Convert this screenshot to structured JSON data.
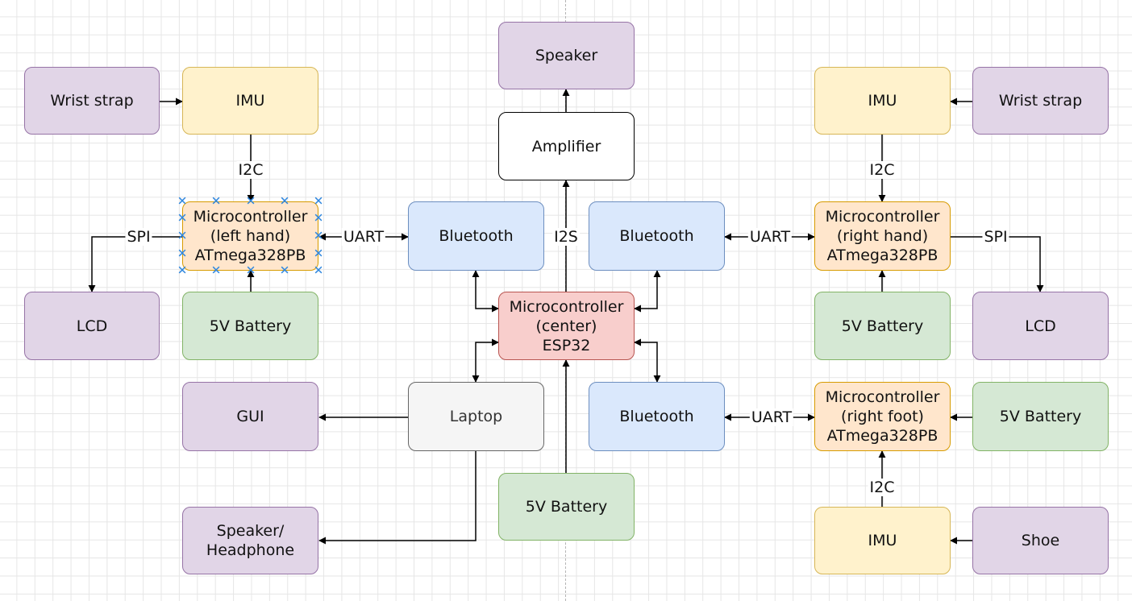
{
  "nodes": {
    "wrist_strap_left": "Wrist strap",
    "imu_left": "IMU",
    "mcu_left": "Microcontroller\n(left hand)\nATmega328PB",
    "lcd_left": "LCD",
    "battery_left": "5V Battery",
    "gui": "GUI",
    "speaker_headphone": "Speaker/\nHeadphone",
    "speaker": "Speaker",
    "amplifier": "Amplifier",
    "bluetooth_left": "Bluetooth",
    "bluetooth_center": "Bluetooth",
    "mcu_center": "Microcontroller\n(center)\nESP32",
    "laptop": "Laptop",
    "bluetooth_bottom": "Bluetooth",
    "battery_center": "5V Battery",
    "imu_right": "IMU",
    "wrist_strap_right": "Wrist strap",
    "mcu_right_hand": "Microcontroller\n(right hand)\nATmega328PB",
    "battery_right": "5V Battery",
    "lcd_right": "LCD",
    "mcu_right_foot": "Microcontroller\n(right foot)\nATmega328PB",
    "battery_foot": "5V Battery",
    "imu_foot": "IMU",
    "shoe": "Shoe"
  },
  "edge_labels": {
    "i2c_left": "I2C",
    "spi_left": "SPI",
    "uart_left": "UART",
    "i2s": "I2S",
    "uart_right": "UART",
    "i2c_right": "I2C",
    "spi_right": "SPI",
    "uart_foot": "UART",
    "i2c_foot": "I2C"
  },
  "colors": {
    "purple_fill": "#e1d5e7",
    "purple_stroke": "#9673a6",
    "yellow_fill": "#fff2cc",
    "yellow_stroke": "#d6b656",
    "orange_fill": "#ffe6cc",
    "orange_stroke": "#d79b00",
    "blue_fill": "#dae8fc",
    "blue_stroke": "#6c8ebf",
    "green_fill": "#d5e8d4",
    "green_stroke": "#82b366",
    "red_fill": "#f8cecc",
    "red_stroke": "#b85450",
    "selection_handle": "#2e86de"
  }
}
